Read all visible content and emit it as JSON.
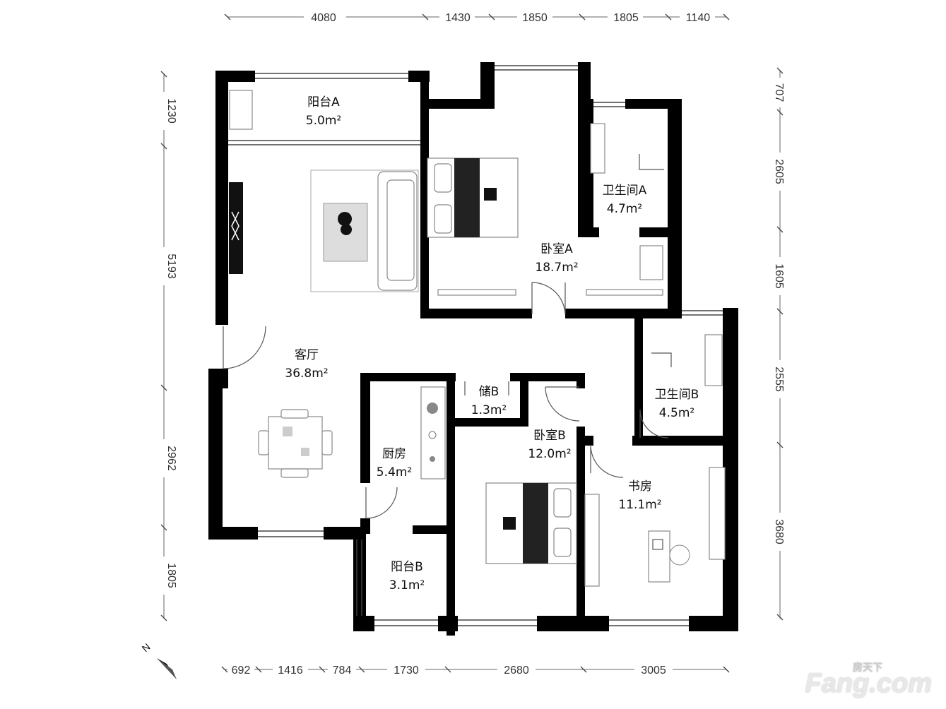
{
  "dimensions": {
    "top": [
      "4080",
      "1430",
      "1850",
      "1805",
      "1140"
    ],
    "bottom": [
      "692",
      "1416",
      "784",
      "1730",
      "2680",
      "3005"
    ],
    "left": [
      "1230",
      "5193",
      "2962",
      "1805"
    ],
    "right": [
      "707",
      "2605",
      "1605",
      "2555",
      "3680"
    ]
  },
  "rooms": {
    "balcony_a": {
      "name": "阳台A",
      "area": "5.0m²"
    },
    "bedroom_a": {
      "name": "卧室A",
      "area": "18.7m²"
    },
    "bath_a": {
      "name": "卫生间A",
      "area": "4.7m²"
    },
    "living": {
      "name": "客厅",
      "area": "36.8m²"
    },
    "storage_b": {
      "name": "储B",
      "area": "1.3m²"
    },
    "bath_b": {
      "name": "卫生间B",
      "area": "4.5m²"
    },
    "bedroom_b": {
      "name": "卧室B",
      "area": "12.0m²"
    },
    "kitchen": {
      "name": "厨房",
      "area": "5.4m²"
    },
    "study": {
      "name": "书房",
      "area": "11.1m²"
    },
    "balcony_b": {
      "name": "阳台B",
      "area": "3.1m²"
    }
  },
  "compass": {
    "label": "N"
  },
  "watermark": {
    "brand": "Fang.com",
    "cn": "房天下"
  }
}
